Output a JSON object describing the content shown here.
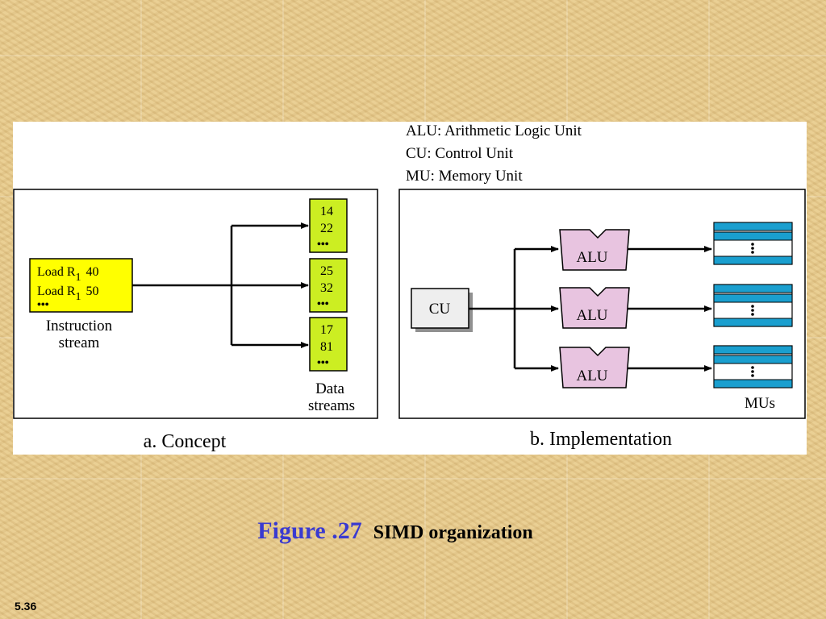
{
  "legend": [
    "ALU: Arithmetic Logic Unit",
    "CU: Control Unit",
    "MU: Memory Unit"
  ],
  "concept": {
    "instruction_lines": [
      "Load R",
      "Load R"
    ],
    "instruction_subscripts": [
      "1",
      "1"
    ],
    "instruction_operands": [
      "40",
      "50"
    ],
    "instruction_ellipsis": "•••",
    "instruction_label_line1": "Instruction",
    "instruction_label_line2": "stream",
    "data_boxes": [
      {
        "a": "14",
        "b": "22",
        "dots": "•••"
      },
      {
        "a": "25",
        "b": "32",
        "dots": "•••"
      },
      {
        "a": "17",
        "b": "81",
        "dots": "•••"
      }
    ],
    "data_label_line1": "Data",
    "data_label_line2": "streams",
    "subtitle": "a. Concept"
  },
  "implementation": {
    "cu_label": "CU",
    "alu_labels": [
      "ALU",
      "ALU",
      "ALU"
    ],
    "mu_label": "MUs",
    "subtitle": "b. Implementation"
  },
  "caption": {
    "number": "Figure .27",
    "title": "SIMD organization"
  },
  "slide_number": "5.36",
  "colors": {
    "instruction_box": "#ffff00",
    "data_box": "#ccee22",
    "alu_fill": "#e8c4e0",
    "mu_fill": "#1a9fcf",
    "caption_number": "#3a3ad0"
  }
}
